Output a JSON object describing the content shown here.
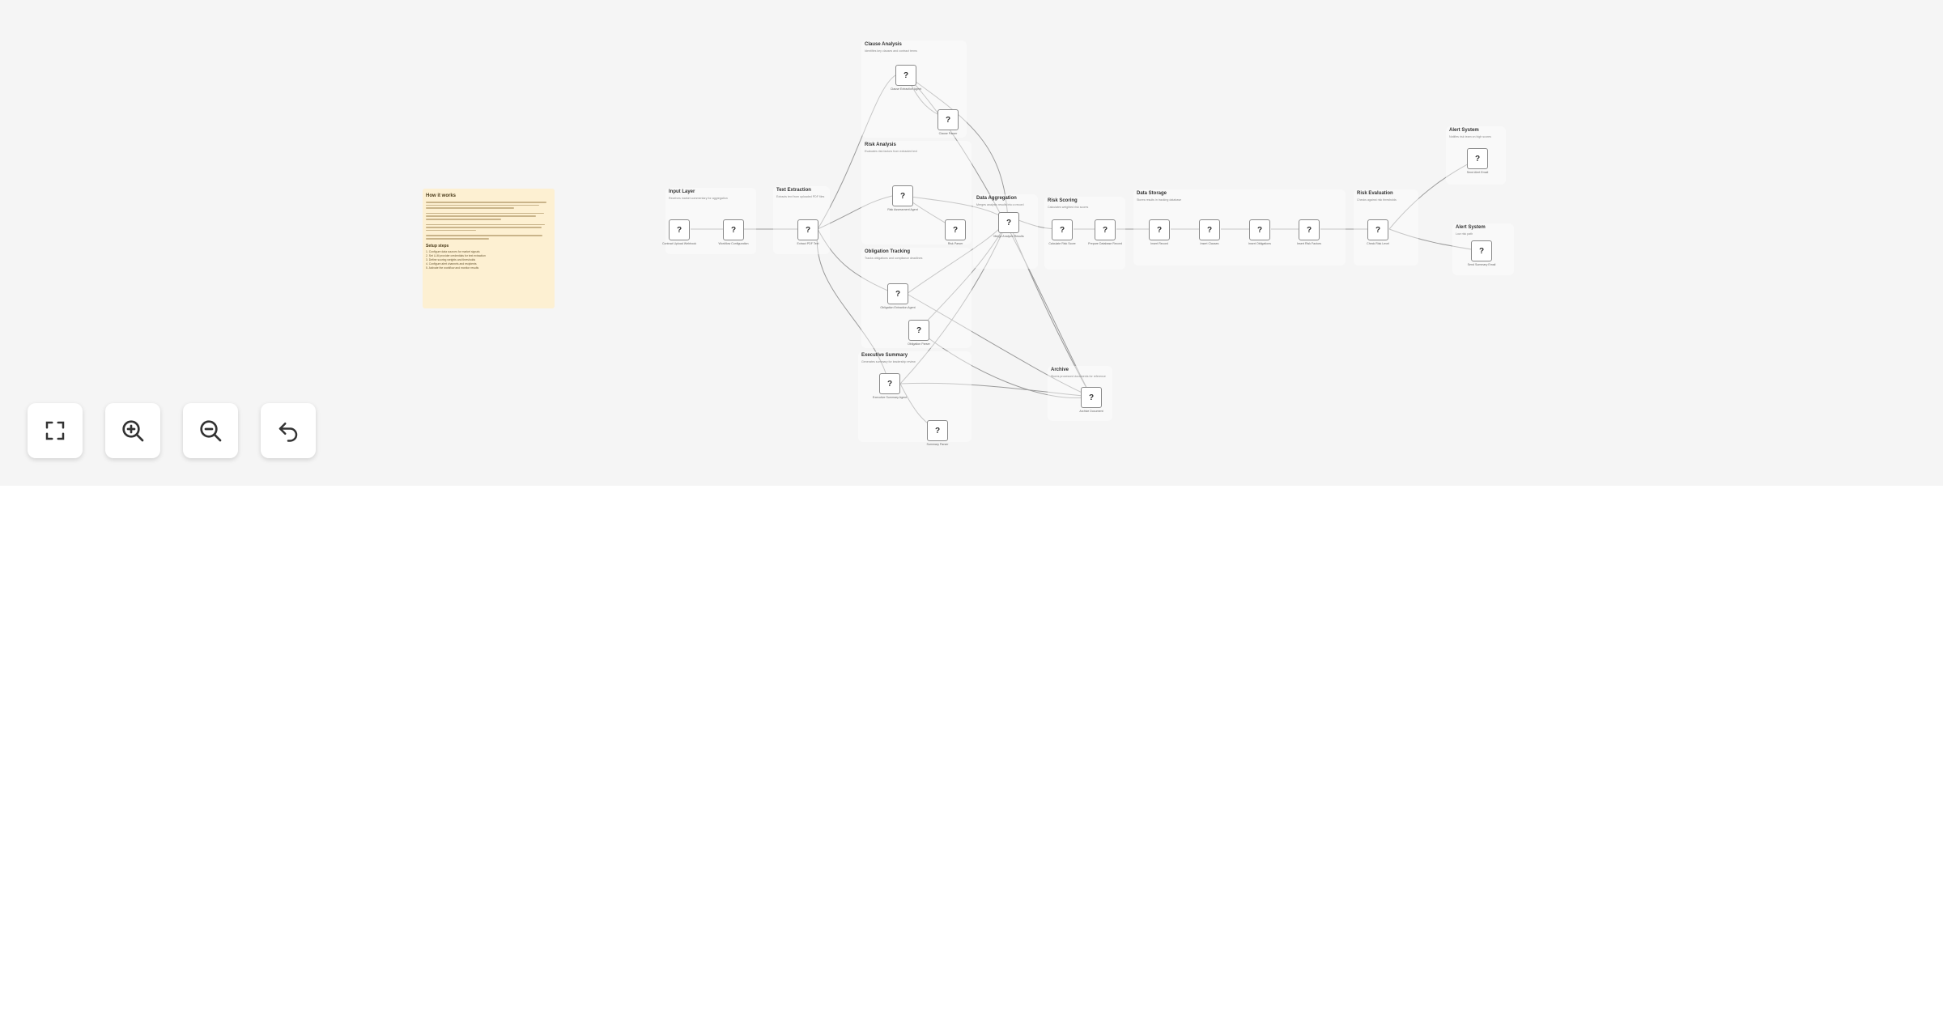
{
  "note": {
    "title": "How it works",
    "setup_title": "Setup steps",
    "steps": [
      "1. Configure data sources for market signals",
      "2. Set LLM provider credentials for text extraction",
      "3. Define scoring weights and thresholds",
      "4. Configure alert channels and recipients",
      "5. Activate the workflow and monitor results"
    ]
  },
  "groups": {
    "input_layer": {
      "title": "Input Layer",
      "desc": "Receives market commentary for aggregation"
    },
    "text_extraction": {
      "title": "Text Extraction",
      "desc": "Extracts text from uploaded PDF files"
    },
    "clause_analysis": {
      "title": "Clause Analysis",
      "desc": "Identifies key clauses and contract terms"
    },
    "risk_analysis": {
      "title": "Risk Analysis",
      "desc": "Evaluates risk factors from extracted text"
    },
    "data_aggregation": {
      "title": "Data Aggregation",
      "desc": "Merges analysis results into a record"
    },
    "obligation_tracking": {
      "title": "Obligation Tracking",
      "desc": "Tracks obligations and compliance deadlines"
    },
    "executive_summary": {
      "title": "Executive Summary",
      "desc": "Generates summary for leadership review"
    },
    "risk_scoring": {
      "title": "Risk Scoring",
      "desc": "Calculates weighted risk scores"
    },
    "data_storage": {
      "title": "Data Storage",
      "desc": "Stores results in tracking database"
    },
    "risk_evaluation": {
      "title": "Risk Evaluation",
      "desc": "Checks against risk thresholds"
    },
    "alert_high": {
      "title": "Alert System",
      "desc": "Notifies risk team on high scores"
    },
    "alert_low": {
      "title": "Alert System",
      "desc": "Low risk path"
    },
    "archive": {
      "title": "Archive",
      "desc": "Stores processed documents for reference"
    }
  },
  "nodes": {
    "n1": "Contract Upload Webhook",
    "n2": "Workflow Configuration",
    "n3": "Extract PDF Text",
    "n4": "Clause Extraction Agent",
    "n5": "Clause Parser",
    "n6": "Risk Assessment Agent",
    "n7": "Risk Parser",
    "n8": "Merge Analysis Results",
    "n9": "Obligation Extraction Agent",
    "n10": "Obligation Parser",
    "n11": "Executive Summary Agent",
    "n12": "Summary Parser",
    "n13": "Calculate Risk Score",
    "n14": "Prepare Database Record",
    "n15": "Insert Record",
    "n16": "Insert Clauses",
    "n17": "Insert Obligations",
    "n18": "Insert Risk Factors",
    "n19": "Check Risk Level",
    "n20": "Send Alert Email",
    "n21": "Send Summary Email",
    "n22": "Archive Document"
  },
  "node_glyph": "?",
  "controls": {
    "fit_icon": "fullscreen-icon",
    "zoom_in_icon": "zoom-in-icon",
    "zoom_out_icon": "zoom-out-icon",
    "reset_icon": "undo-icon"
  }
}
